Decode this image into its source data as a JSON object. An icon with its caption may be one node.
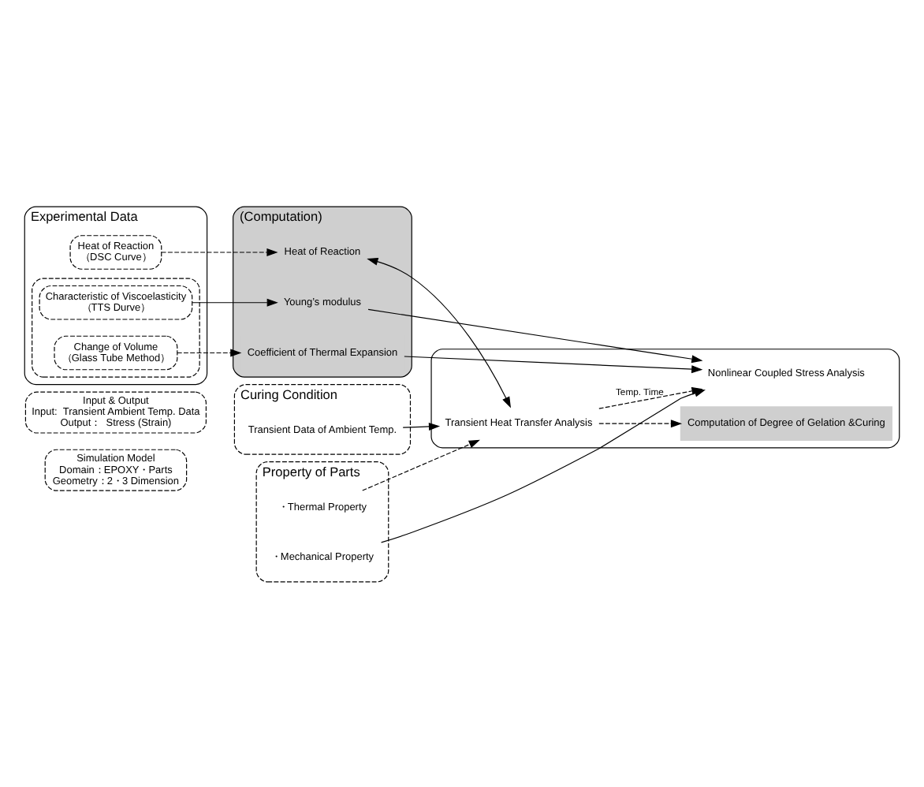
{
  "diagram": {
    "nodes": [
      {
        "text": [
          "Simulation Model",
          "Domain：EPOXY・Parts",
          "Geometry：2・3 Dimension"
        ]
      },
      {
        "text": [
          "Input & Output",
          "Input:  Transient Ambient Temp. Data",
          "Output：  Stress (Strain)"
        ]
      },
      {
        "text": [
          "Experimental Data"
        ]
      },
      {
        "text": [
          "Heat of Reaction",
          "（DSC Curve）"
        ],
        "in": 2
      },
      {
        "text": [],
        "shape": "box",
        "in": 2
      },
      {
        "text": [
          "Characteristic of Viscoelasticity",
          "（TTS Durve）"
        ],
        "in": 4
      },
      {
        "text": [
          "Change of Volume",
          "（Glass Tube Method）"
        ],
        "in": 4
      },
      {
        "text": [
          "(Computation)"
        ]
      },
      {
        "text": [
          "Heat of Reaction"
        ],
        "in": 7
      },
      {
        "text": [
          "Young’s modulus"
        ],
        "in": 7
      },
      {
        "text": [
          "Coefficient of Thermal Expansion"
        ],
        "in": 7
      },
      {
        "text": [
          "Property of Parts"
        ]
      },
      {
        "text": [
          "・Thermal Property"
        ],
        "in": 11
      },
      {
        "text": [
          "・Mechanical Property"
        ],
        "in": 11
      },
      {
        "text": [
          "Curing Condition"
        ]
      },
      {
        "text": [
          "Transient Data of Ambient Temp."
        ],
        "in": 14
      },
      {
        "text": [],
        "shape": "box"
      },
      {
        "text": [
          "Transient Heat Transfer Analysis"
        ],
        "in": 16
      },
      {
        "text": [
          "Computation of Degree of Gelation &Curing"
        ],
        "in": 16
      },
      {
        "text": [
          "Nonlinear Coupled Stress Analysis"
        ],
        "in": 16
      }
    ],
    "edges": [
      {
        "from": 3,
        "to": 8,
        "arrow": "to",
        "style": "dashed"
      },
      {
        "from": 5,
        "to": 9,
        "arrow": "to"
      },
      {
        "from": 6,
        "to": 10,
        "arrow": "to",
        "style": "dashed"
      },
      {
        "from": 8,
        "to": 17,
        "arrow": "both"
      },
      {
        "from": 9,
        "to": 19,
        "arrow": "to"
      },
      {
        "from": 10,
        "to": 19,
        "arrow": "to"
      },
      {
        "from": 12,
        "to": 17,
        "arrow": "to",
        "style": "dashed"
      },
      {
        "from": 15,
        "to": 17,
        "arrow": "to"
      },
      {
        "from": 13,
        "to": 19,
        "arrow": "to"
      },
      {
        "from": 17,
        "to": 18,
        "arrow": "to",
        "style": "dashed"
      },
      {
        "from": 17,
        "to": 19,
        "arrow": "to",
        "label": "Temp. Time",
        "style": "dashed"
      }
    ]
  }
}
